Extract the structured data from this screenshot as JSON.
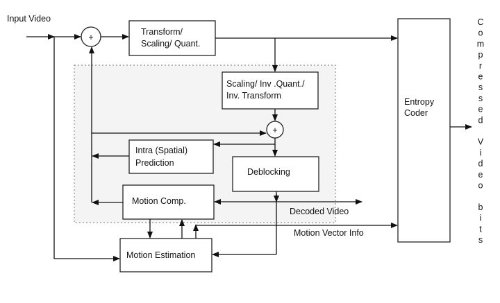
{
  "input_label": "Input Video",
  "blocks": {
    "transform": [
      "Transform/",
      "Scaling/ Quant."
    ],
    "inverse": [
      "Scaling/ Inv .Quant./",
      "Inv. Transform"
    ],
    "intra": [
      "Intra (Spatial)",
      "Prediction"
    ],
    "deblocking": "Deblocking",
    "motion_comp": "Motion Comp.",
    "motion_est": "Motion Estimation",
    "entropy": [
      "Entropy",
      "Coder"
    ]
  },
  "adder_symbol": "+",
  "labels": {
    "decoded_video": "Decoded Video",
    "motion_vector_info": "Motion Vector Info",
    "output": "Compressed Video bits"
  }
}
